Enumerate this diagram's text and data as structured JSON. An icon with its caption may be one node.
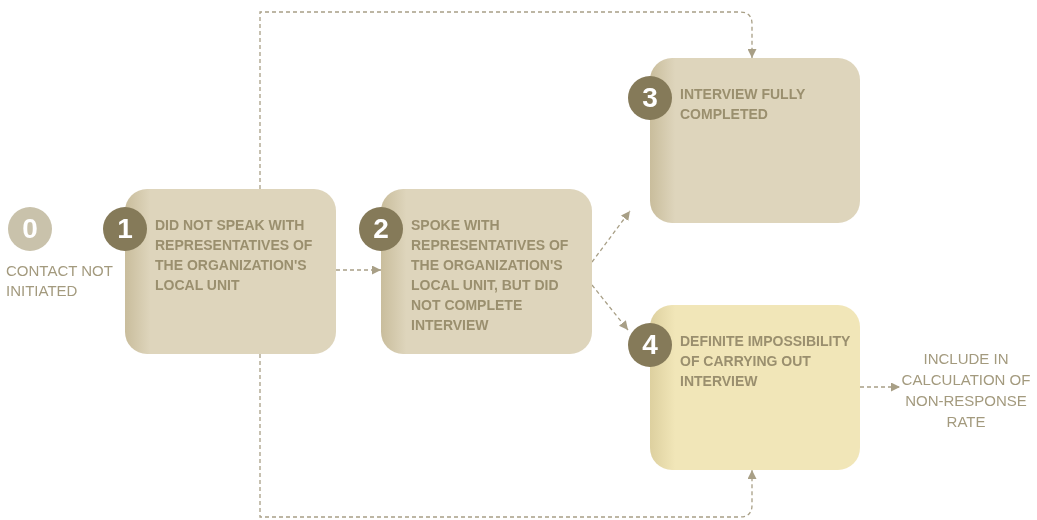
{
  "diagram": {
    "nodes": [
      {
        "text": [
          "0"
        ],
        "beside": [
          "CONTACT NOT INITIATED"
        ]
      },
      {
        "text": [
          "1",
          "DID NOT SPEAK WITH REPRESENTATIVES OF THE ORGANIZATION'S LOCAL UNIT"
        ]
      },
      {
        "text": [
          "2",
          "SPOKE WITH REPRESENTATIVES OF THE ORGANIZATION'S LOCAL UNIT, BUT DID NOT COMPLETE INTERVIEW"
        ]
      },
      {
        "text": [
          "3",
          "INTERVIEW FULLY COMPLETED"
        ]
      },
      {
        "text": [
          "4",
          "DEFINITE IMPOSSIBILITY OF CARRYING OUT INTERVIEW"
        ]
      },
      {
        "text": [
          "INCLUDE IN CALCULATION OF NON-RESPONSE RATE"
        ]
      }
    ],
    "edges": [
      {
        "from": 1,
        "to": 2,
        "arrow": "to"
      },
      {
        "from": 1,
        "to": 3,
        "arrow": "to"
      },
      {
        "from": 1,
        "to": 4,
        "arrow": "to"
      },
      {
        "from": 2,
        "to": 3,
        "arrow": "to"
      },
      {
        "from": 2,
        "to": 4,
        "arrow": "to"
      },
      {
        "from": 4,
        "to": 5,
        "arrow": "to"
      }
    ]
  }
}
